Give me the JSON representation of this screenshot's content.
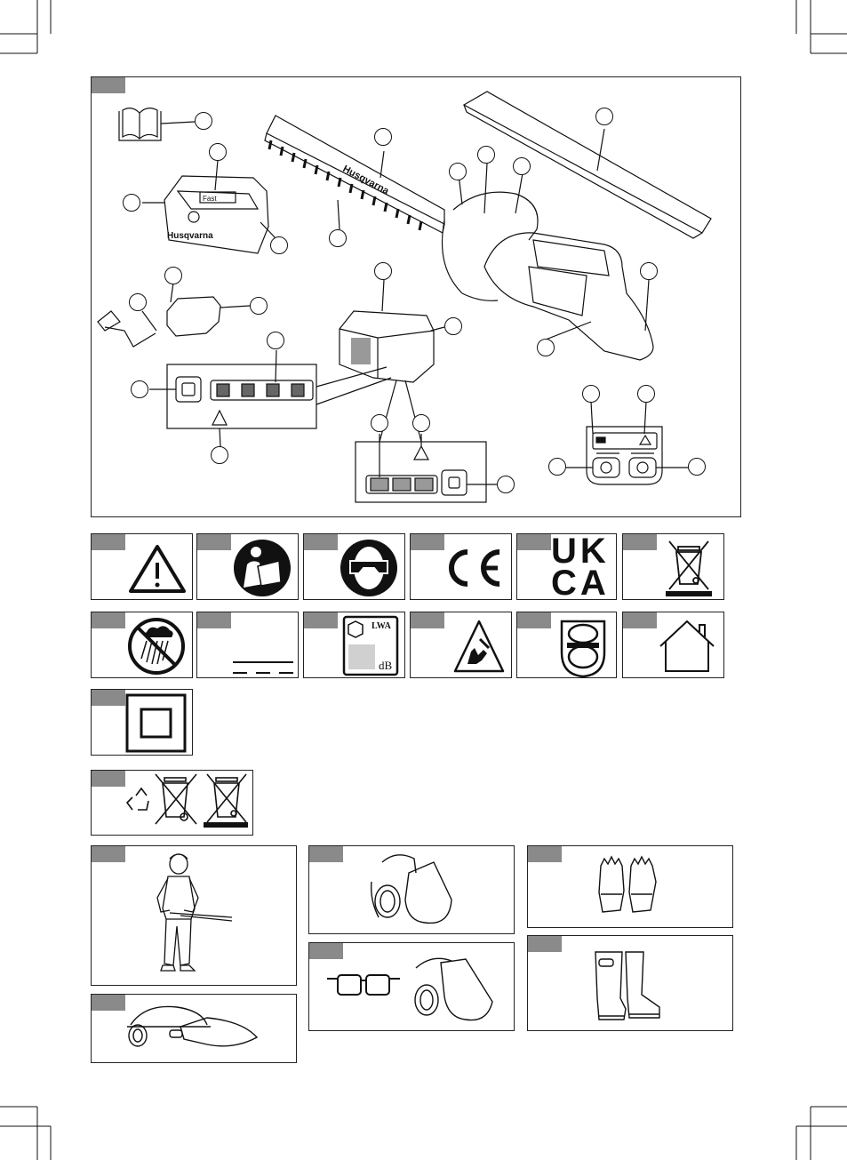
{
  "brand": "Husqvarna",
  "charger_display": "Fast",
  "symbols": {
    "ce": "CE",
    "ukca_top": "UK",
    "ukca_bottom": "CA",
    "lwa": "LWA",
    "db": "dB"
  },
  "icons": {
    "manual": "book-icon",
    "warning": "warning-triangle-icon",
    "read_manual": "read-manual-icon",
    "eye_protection": "eye-protection-icon",
    "weee": "crossed-bin-icon",
    "no_rain": "no-rain-icon",
    "cut_hazard": "hand-cut-hazard-icon",
    "ear_protection": "ear-protection-icon",
    "indoor": "house-icon",
    "double_insulation": "double-insulation-icon",
    "recycling": "recycle-icon",
    "power": "power-icon",
    "eco": "eco-mode-icon"
  },
  "colors": {
    "tag_gray": "#8a8a8a",
    "line": "#111111",
    "panel_border": "#222222"
  }
}
